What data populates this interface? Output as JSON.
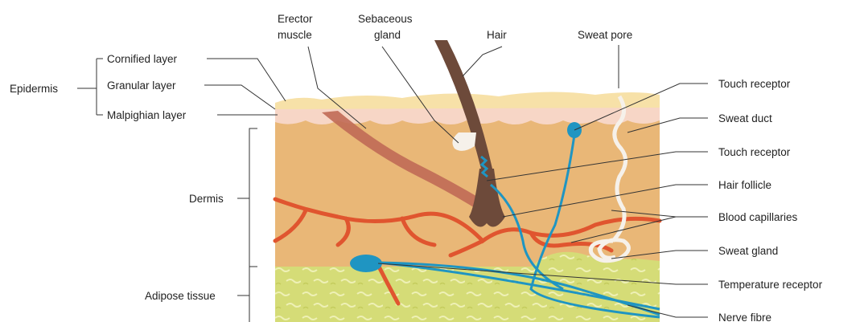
{
  "colors": {
    "epidermis_outer": "#f7e1a8",
    "epidermis_inner": "#f7d6c6",
    "dermis": "#e9b777",
    "adipose": "#d5dc77",
    "hair": "#6d4a3a",
    "muscle": "#c06a55",
    "vessel": "#e0552f",
    "nerve": "#1f95c2",
    "sweat_gland": "#f6f1ea",
    "leader_line": "#333333"
  },
  "left_labels": {
    "epidermis": "Epidermis",
    "cornified": "Cornified layer",
    "granular": "Granular layer",
    "malpighian": "Malpighian layer",
    "dermis": "Dermis",
    "adipose": "Adipose tissue"
  },
  "top_labels": {
    "erector_line1": "Erector",
    "erector_line2": "muscle",
    "sebaceous_line1": "Sebaceous",
    "sebaceous_line2": "gland",
    "hair": "Hair",
    "sweat_pore": "Sweat pore"
  },
  "right_labels": {
    "touch_receptor_1": "Touch receptor",
    "sweat_duct": "Sweat duct",
    "touch_receptor_2": "Touch receptor",
    "hair_follicle": "Hair follicle",
    "blood_capillaries": "Blood capillaries",
    "sweat_gland": "Sweat gland",
    "temperature_receptor": "Temperature receptor",
    "nerve_fibre": "Nerve fibre"
  }
}
